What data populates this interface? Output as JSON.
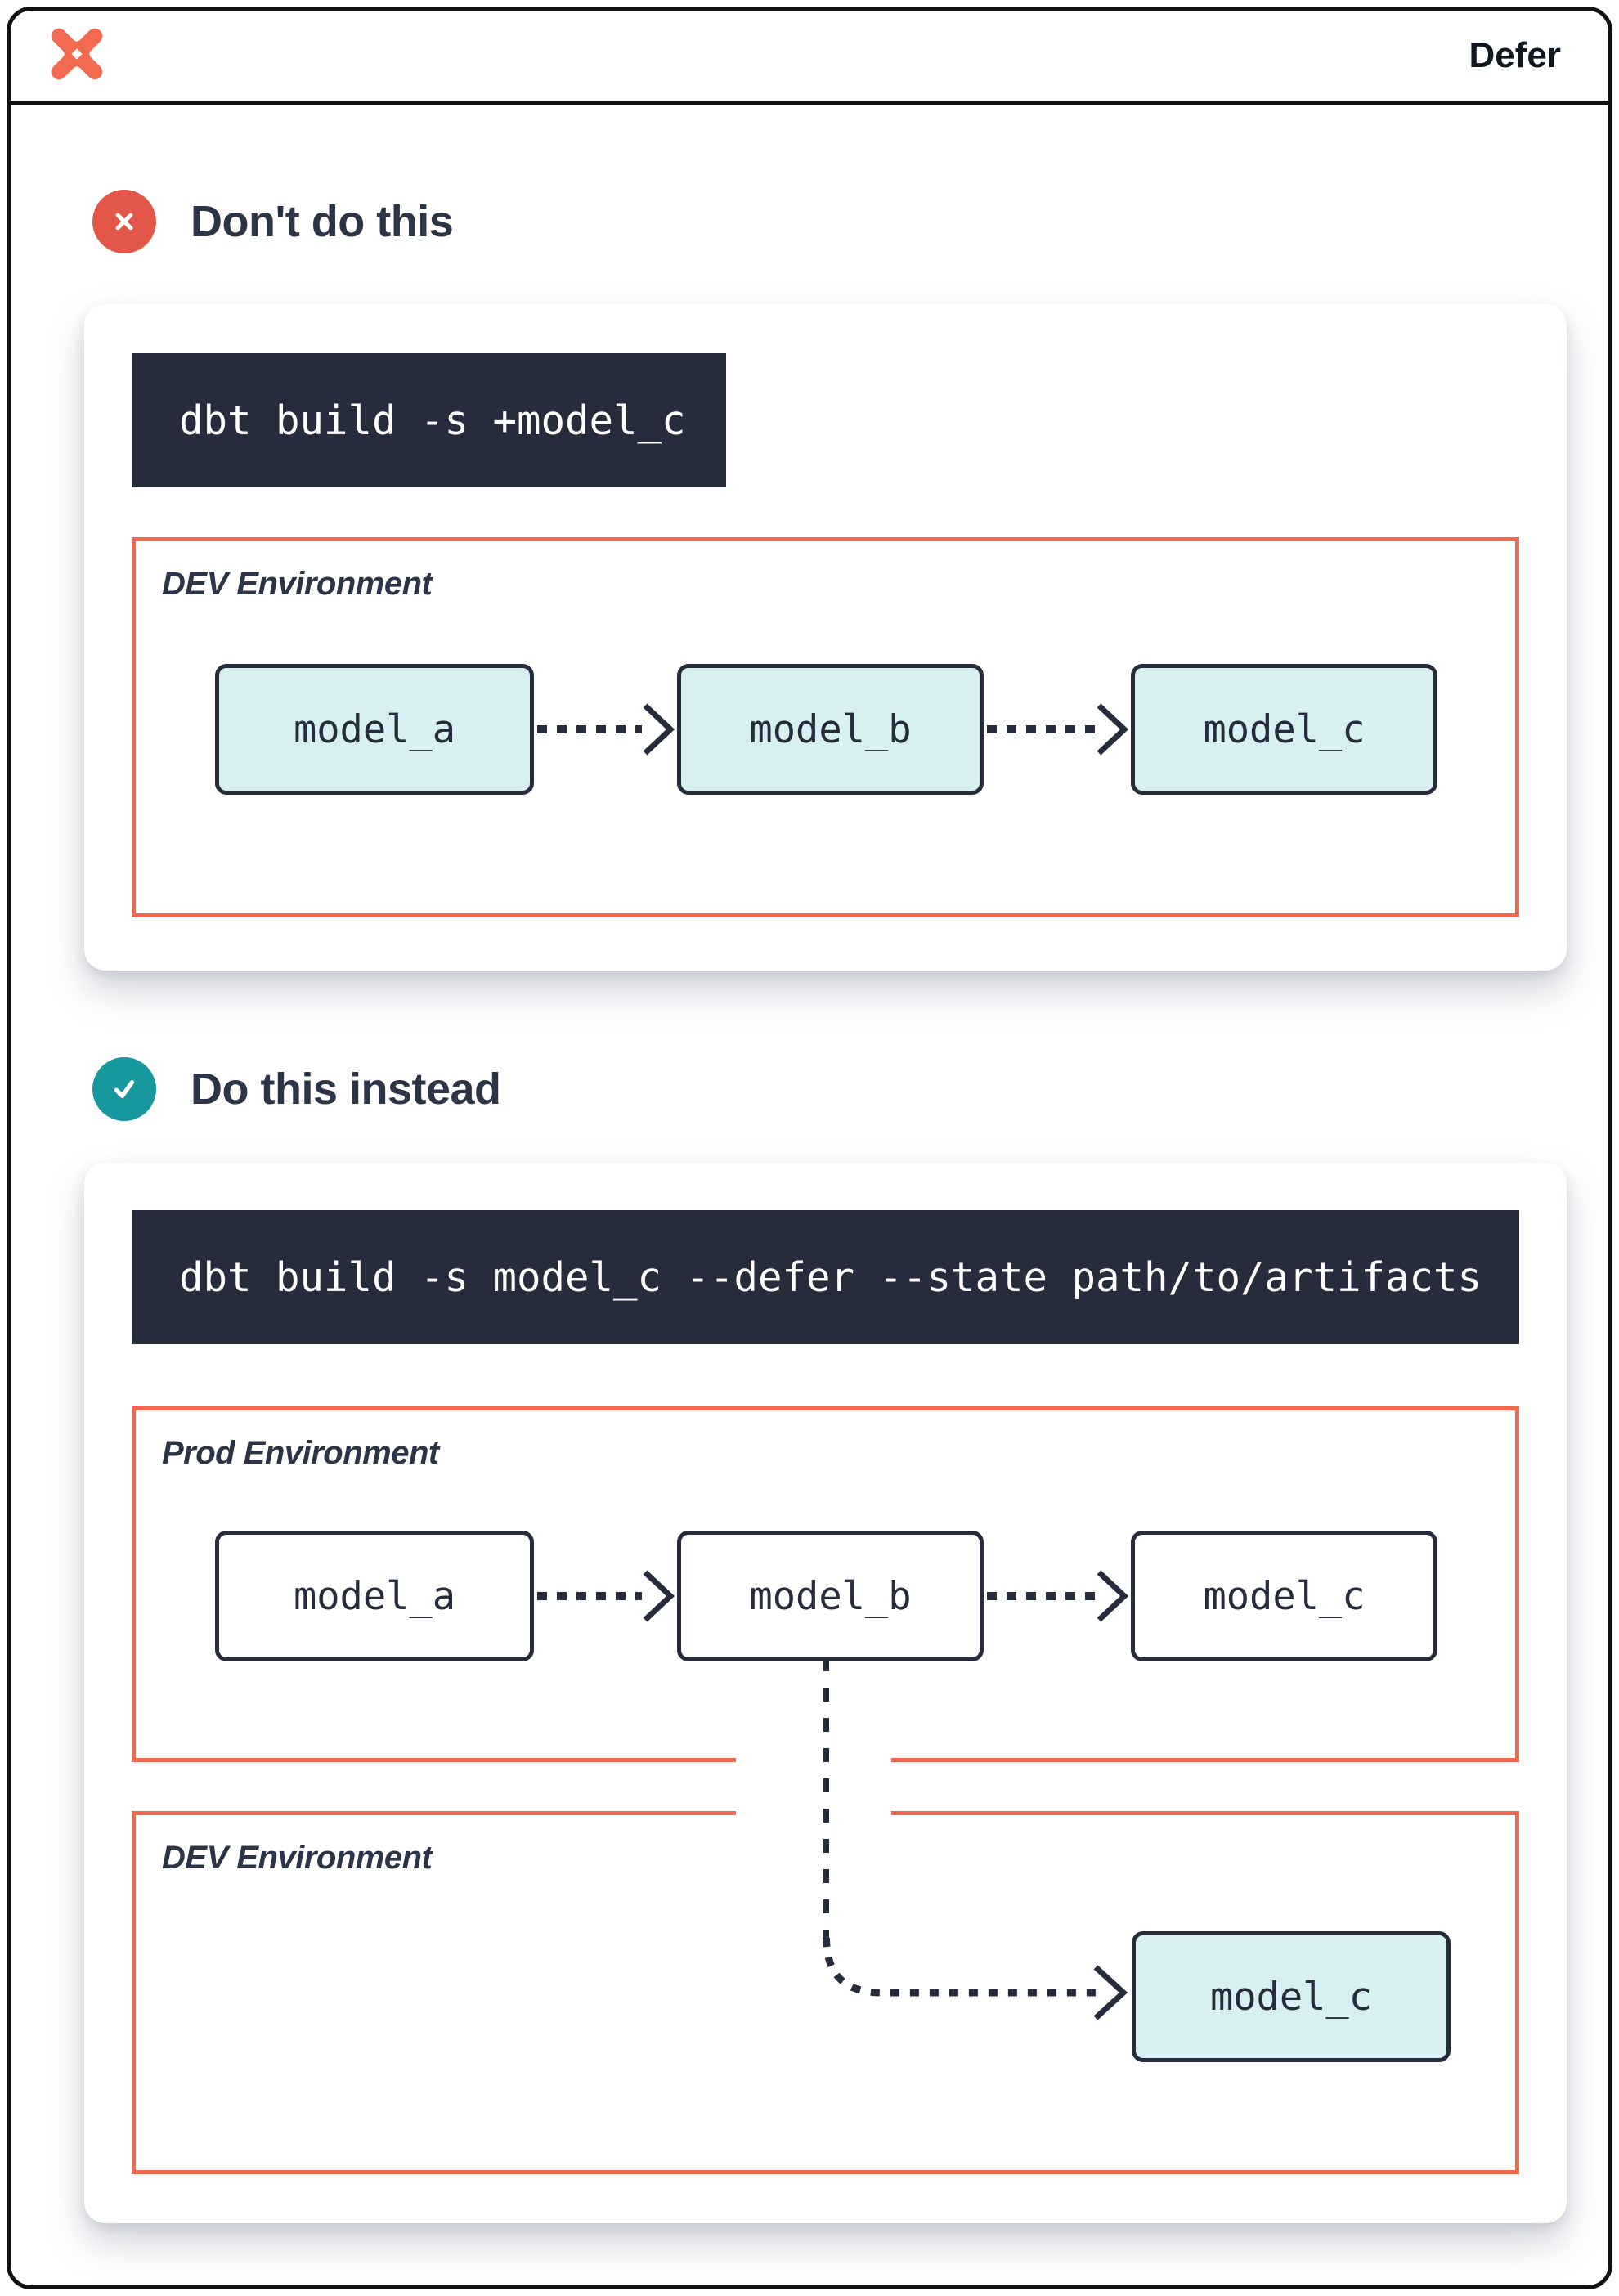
{
  "header": {
    "title": "Defer",
    "logo": "dbt-logo"
  },
  "sections": [
    {
      "heading": "Don't do this",
      "icon": "x-circle-icon",
      "command": "dbt build -s +model_c",
      "environments": [
        {
          "label": "DEV Environment",
          "models": [
            "model_a",
            "model_b",
            "model_c"
          ],
          "model_style": "teal"
        }
      ]
    },
    {
      "heading": "Do this instead",
      "icon": "check-circle-icon",
      "command": "dbt build -s model_c --defer --state path/to/artifacts",
      "environments": [
        {
          "label": "Prod Environment",
          "models": [
            "model_a",
            "model_b",
            "model_c"
          ],
          "model_style": "white"
        },
        {
          "label": "DEV Environment",
          "models": [
            "model_c"
          ],
          "model_style": "teal"
        }
      ]
    }
  ],
  "colors": {
    "accent_orange": "#f4674c",
    "badge_red": "#e2574a",
    "badge_teal": "#16989e",
    "navy": "#2b3547",
    "code_bg": "#262c3b",
    "teal_fill": "#d9f0f2",
    "logo_orange": "#f26b50"
  }
}
